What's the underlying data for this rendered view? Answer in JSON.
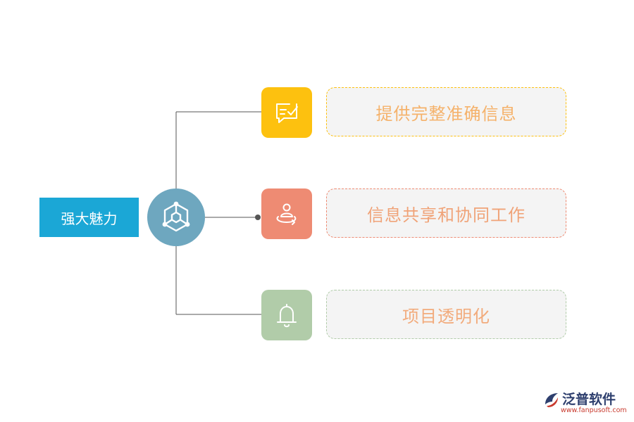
{
  "root": {
    "label": "强大魅力"
  },
  "hub": {
    "icon": "network-hexagon-icon",
    "color": "#6ea7bf"
  },
  "items": [
    {
      "text": "提供完整准确信息",
      "icon": "chat-check-icon",
      "color": "#fdc10f",
      "text_color": "#f5b26b"
    },
    {
      "text": "信息共享和协同工作",
      "icon": "user-orbit-icon",
      "color": "#ee8b73",
      "text_color": "#f0a378"
    },
    {
      "text": "项目透明化",
      "icon": "bell-icon",
      "color": "#b1cca9",
      "text_color": "#f2ab7c"
    }
  ],
  "logo": {
    "name": "泛普软件",
    "url": "www.fanpusoft.com"
  }
}
